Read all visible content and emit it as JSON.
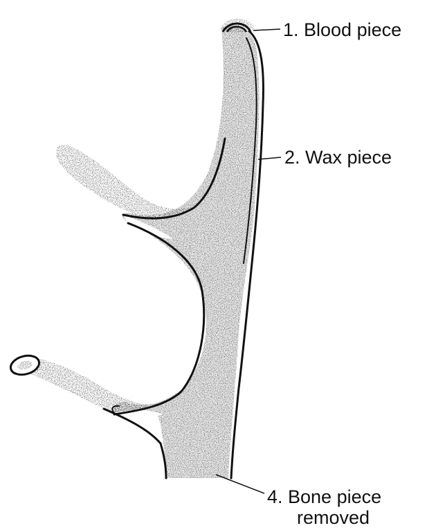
{
  "labels": {
    "blood_piece": "1. Blood piece",
    "wax_piece": "2. Wax piece",
    "bone_piece_line1": "4. Bone piece",
    "bone_piece_line2": "removed"
  },
  "colors": {
    "ink": "#111111",
    "stipple": "#2a2a2a",
    "paper": "#ffffff"
  }
}
